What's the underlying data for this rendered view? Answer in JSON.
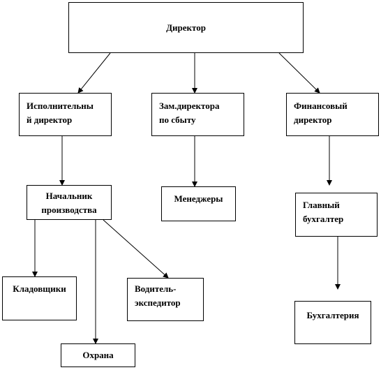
{
  "diagram": {
    "nodes": {
      "director": "Директор",
      "exec": "Исполнительны\nй директор",
      "sales": "Зам.директора\nпо сбыту",
      "fin": "Финансовый\nдиректор",
      "prod": "Начальник\nпроизводства",
      "managers": "Менеджеры",
      "chief": "Главный\nбухгалтер",
      "store": "Кладовщики",
      "driver": "Водитель-\nэкспедитор",
      "acc": "Бухгалтерия",
      "guard": "Охрана"
    },
    "edges": [
      {
        "from": "director",
        "to": "exec"
      },
      {
        "from": "director",
        "to": "sales"
      },
      {
        "from": "director",
        "to": "fin"
      },
      {
        "from": "exec",
        "to": "prod"
      },
      {
        "from": "sales",
        "to": "managers"
      },
      {
        "from": "fin",
        "to": "chief"
      },
      {
        "from": "prod",
        "to": "store"
      },
      {
        "from": "prod",
        "to": "guard"
      },
      {
        "from": "prod",
        "to": "driver"
      },
      {
        "from": "chief",
        "to": "acc"
      }
    ]
  }
}
